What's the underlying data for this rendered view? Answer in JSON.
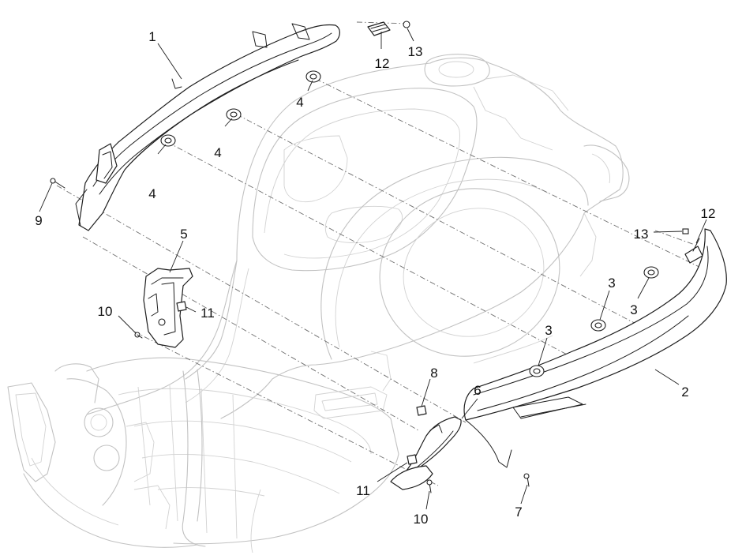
{
  "callouts": [
    {
      "id": "c1",
      "text": "1"
    },
    {
      "id": "c2",
      "text": "2"
    },
    {
      "id": "c3a",
      "text": "3"
    },
    {
      "id": "c3b",
      "text": "3"
    },
    {
      "id": "c3c",
      "text": "3"
    },
    {
      "id": "c4a",
      "text": "4"
    },
    {
      "id": "c4b",
      "text": "4"
    },
    {
      "id": "c4c",
      "text": "4"
    },
    {
      "id": "c5",
      "text": "5"
    },
    {
      "id": "c6",
      "text": "6"
    },
    {
      "id": "c7",
      "text": "7"
    },
    {
      "id": "c8",
      "text": "8"
    },
    {
      "id": "c9",
      "text": "9"
    },
    {
      "id": "c10a",
      "text": "10"
    },
    {
      "id": "c10b",
      "text": "10"
    },
    {
      "id": "c11a",
      "text": "11"
    },
    {
      "id": "c11b",
      "text": "11"
    },
    {
      "id": "c12a",
      "text": "12"
    },
    {
      "id": "c12b",
      "text": "12"
    },
    {
      "id": "c13a",
      "text": "13"
    },
    {
      "id": "c13b",
      "text": "13"
    }
  ]
}
